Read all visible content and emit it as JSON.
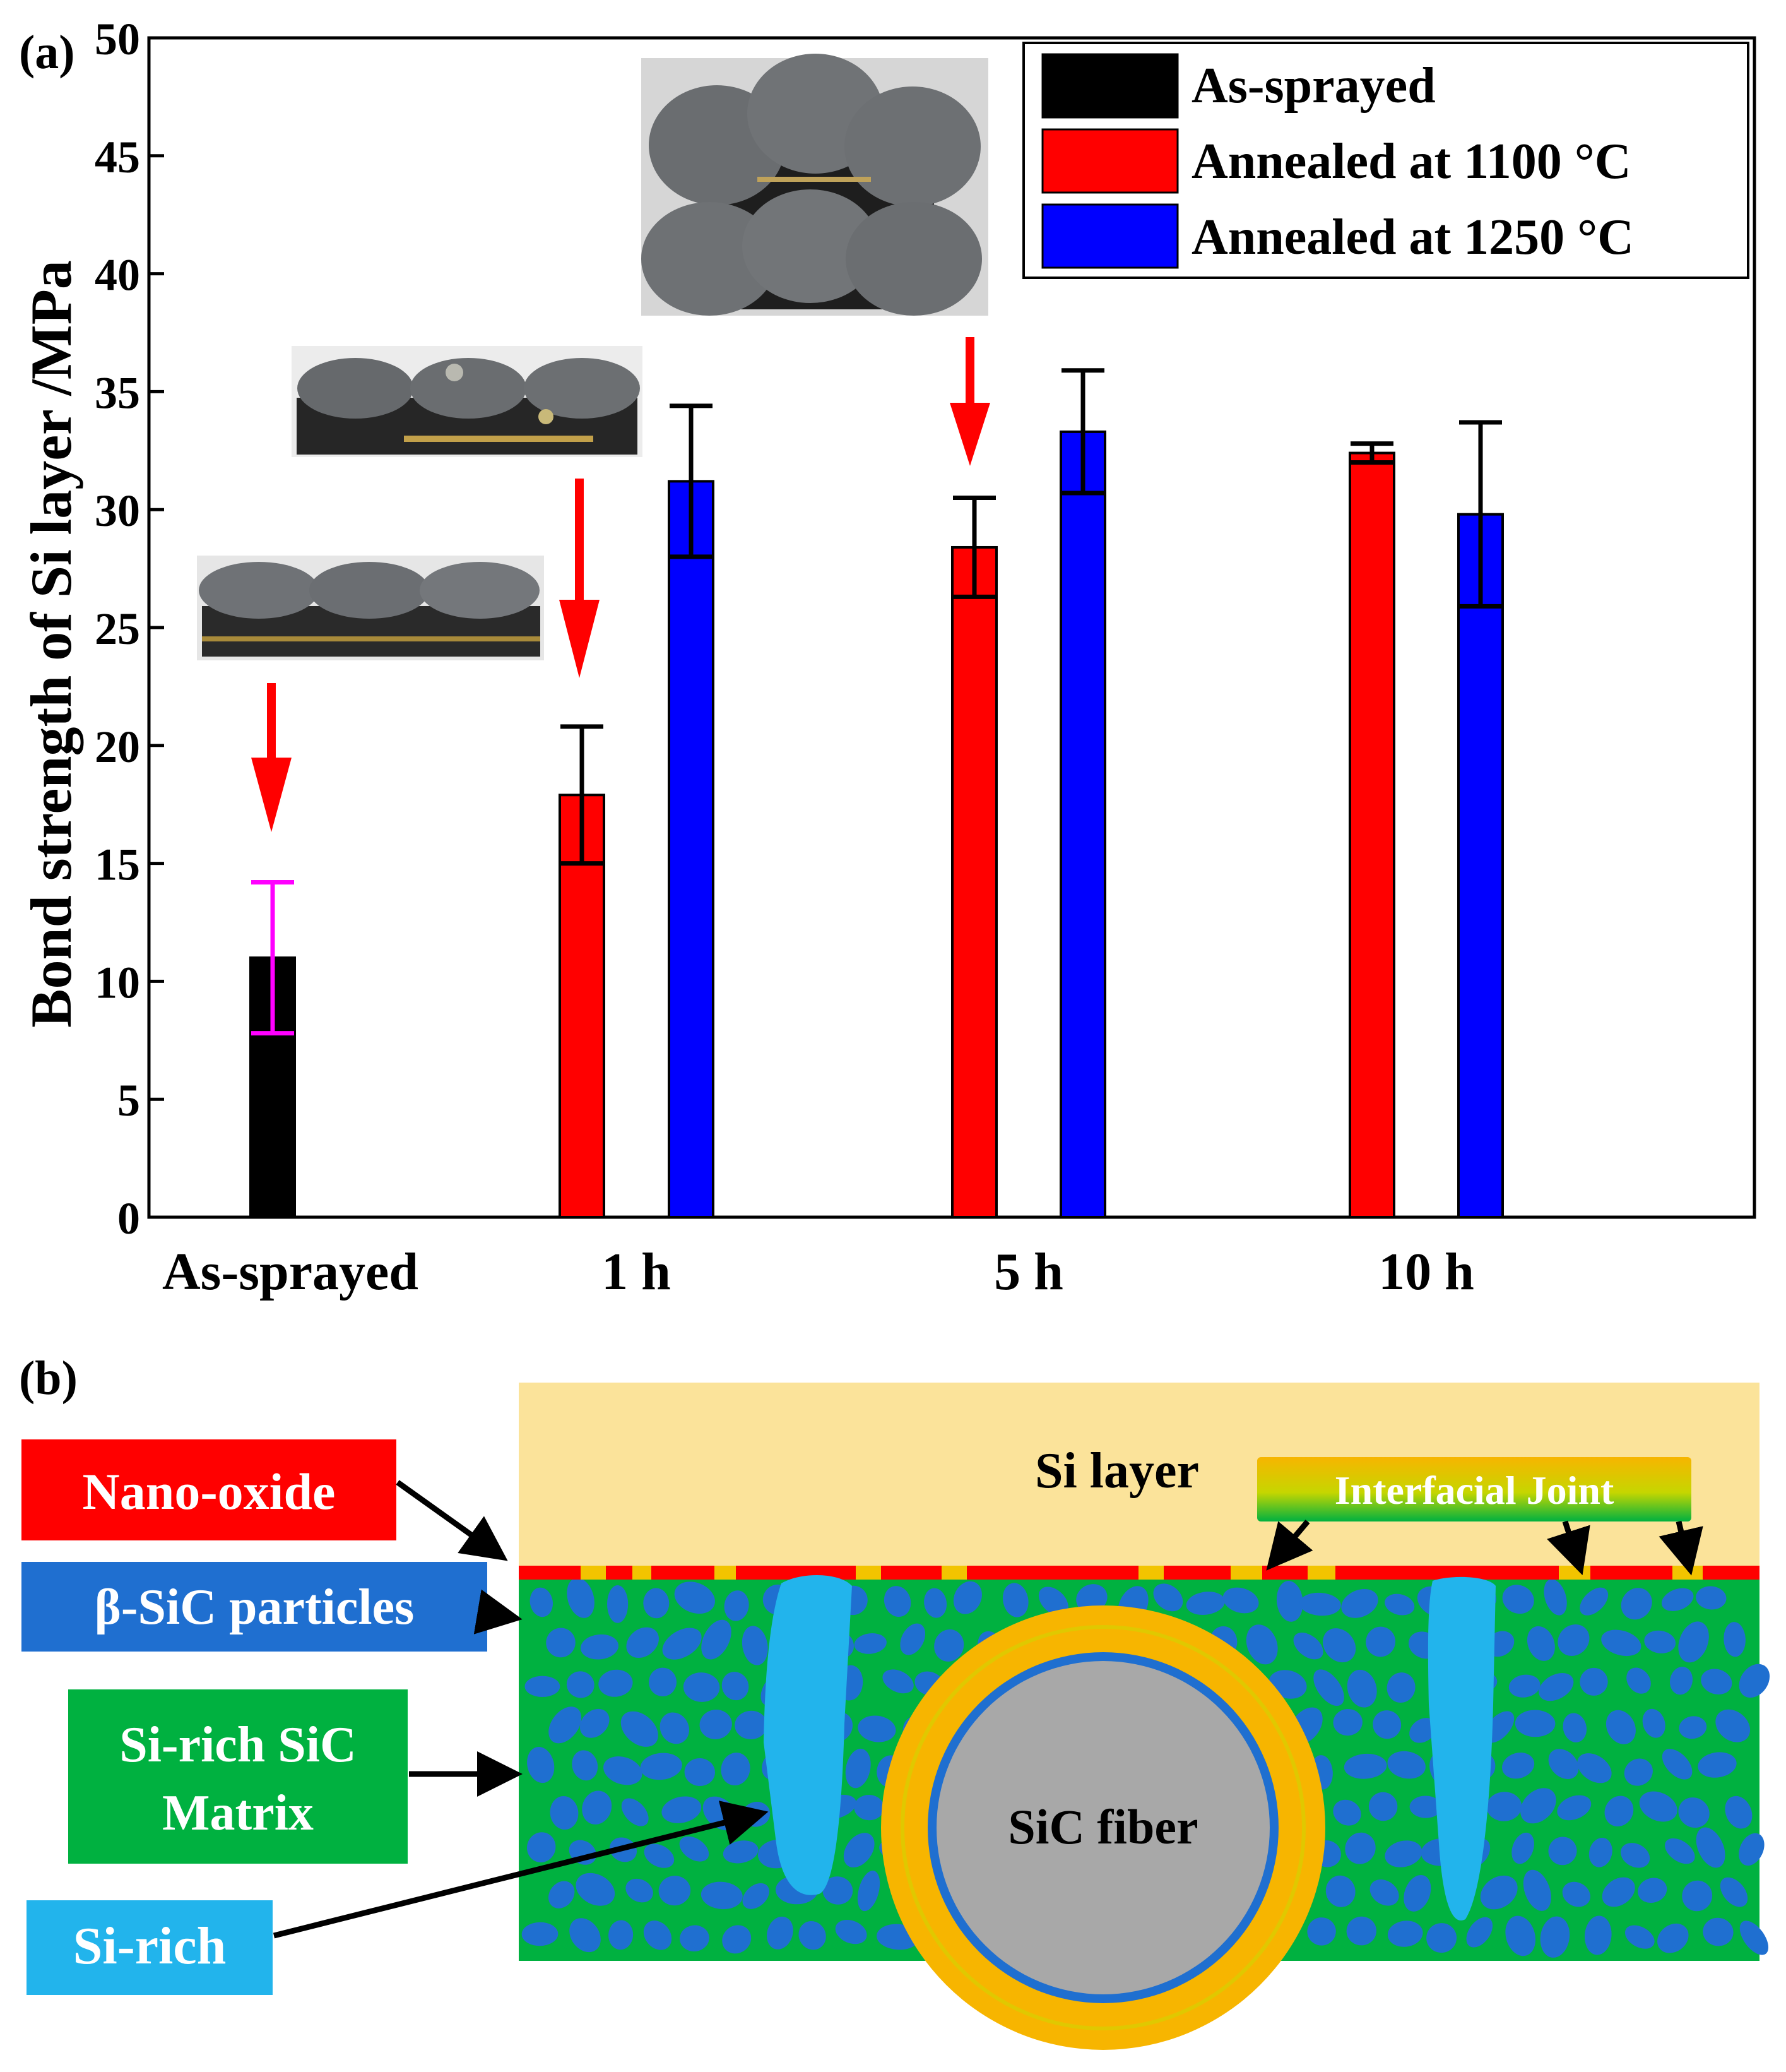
{
  "panel_a": {
    "label": "(a)",
    "photo_alt": [
      "as-sprayed-samples-photo",
      "annealed-1h-samples-photo",
      "annealed-5h-samples-photo"
    ]
  },
  "chart_data": {
    "type": "bar",
    "ylabel": "Bond strength of Si layer /MPa",
    "xlabel": "",
    "ylim": [
      0,
      50
    ],
    "yticks": [
      0,
      5,
      10,
      15,
      20,
      25,
      30,
      35,
      40,
      45,
      50
    ],
    "categories": [
      "As-sprayed",
      "1 h",
      "5 h",
      "10 h"
    ],
    "legend_position": "top-right",
    "series": [
      {
        "name": "As-sprayed",
        "color": "#000000",
        "values": [
          11.0,
          null,
          null,
          null
        ],
        "errors": [
          3.2,
          null,
          null,
          null
        ],
        "error_color": "#ff00ff"
      },
      {
        "name": "Annealed at 1100 °C",
        "color": "#ff0000",
        "values": [
          null,
          17.9,
          28.4,
          32.4
        ],
        "errors": [
          null,
          2.9,
          2.1,
          0.4
        ],
        "error_color": "#000000"
      },
      {
        "name": "Annealed at 1250 °C",
        "color": "#0000ff",
        "values": [
          null,
          31.2,
          33.3,
          29.8
        ],
        "errors": [
          null,
          3.2,
          2.6,
          3.9
        ],
        "error_color": "#000000"
      }
    ]
  },
  "panel_b": {
    "label": "(b)",
    "labels": {
      "si_layer": "Si layer",
      "interfacial_joint": "Interfacial Joint",
      "nano_oxide": "Nano-oxide",
      "beta_sic": "β-SiC particles",
      "matrix_line1": "Si-rich SiC",
      "matrix_line2": "Matrix",
      "si_rich": "Si-rich",
      "fiber": "SiC fiber"
    },
    "colors": {
      "si_layer": "#fbe39a",
      "matrix": "#00b140",
      "particles": "#1f6fd0",
      "nano_oxide": "#ff0000",
      "si_rich": "#22b4ec",
      "coating": "#f7b500",
      "fiber": "#a8a8a8"
    }
  }
}
